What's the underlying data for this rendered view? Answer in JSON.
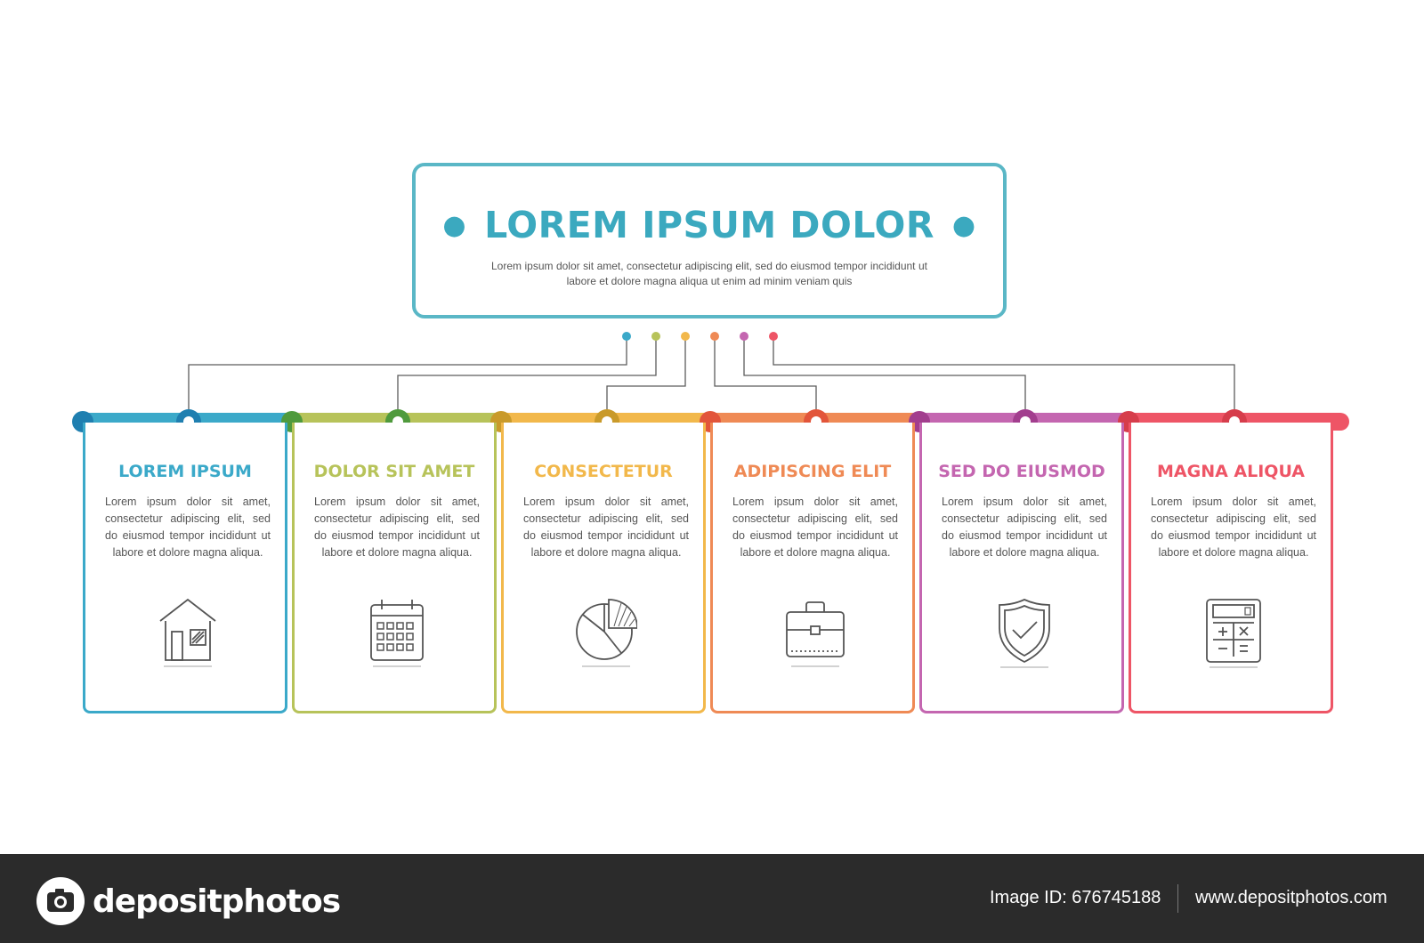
{
  "main": {
    "title": "LOREM IPSUM DOLOR",
    "description": "Lorem ipsum dolor sit amet, consectetur adipiscing elit, sed do eiusmod tempor incididunt ut labore et dolore magna aliqua ut enim ad minim veniam quis"
  },
  "steps": [
    {
      "title": "LOREM IPSUM",
      "description": "Lorem ipsum dolor sit amet, consectetur adipiscing elit, sed do eiusmod tempor incididunt ut labore et dolore magna aliqua.",
      "icon": "house-icon",
      "color": "#3ba9c9",
      "dark": "#1f7fb0"
    },
    {
      "title": "DOLOR SIT AMET",
      "description": "Lorem ipsum dolor sit amet, consectetur adipiscing elit, sed do eiusmod tempor incididunt ut labore et dolore magna aliqua.",
      "icon": "calendar-icon",
      "color": "#b7c35a",
      "dark": "#4f9a3c"
    },
    {
      "title": "CONSECTETUR",
      "description": "Lorem ipsum dolor sit amet, consectetur adipiscing elit, sed do eiusmod tempor incididunt ut labore et dolore magna aliqua.",
      "icon": "pie-chart-icon",
      "color": "#f2b84b",
      "dark": "#c99a2a"
    },
    {
      "title": "ADIPISCING ELIT",
      "description": "Lorem ipsum dolor sit amet, consectetur adipiscing elit, sed do eiusmod tempor incididunt ut labore et dolore magna aliqua.",
      "icon": "briefcase-icon",
      "color": "#ef8a55",
      "dark": "#e2553a"
    },
    {
      "title": "SED DO EIUSMOD",
      "description": "Lorem ipsum dolor sit amet, consectetur adipiscing elit, sed do eiusmod tempor incididunt ut labore et dolore magna aliqua.",
      "icon": "shield-check-icon",
      "color": "#c466b0",
      "dark": "#a23e8e"
    },
    {
      "title": "MAGNA ALIQUA",
      "description": "Lorem ipsum dolor sit amet, consectetur adipiscing elit, sed do eiusmod tempor incididunt ut labore et dolore magna aliqua.",
      "icon": "calculator-icon",
      "color": "#ee5566",
      "dark": "#d63d4b"
    }
  ],
  "connector_color": "#5c5c5c",
  "footer": {
    "brand": "depositphotos",
    "image_id": "Image ID: 676745188",
    "url": "www.depositphotos.com"
  }
}
